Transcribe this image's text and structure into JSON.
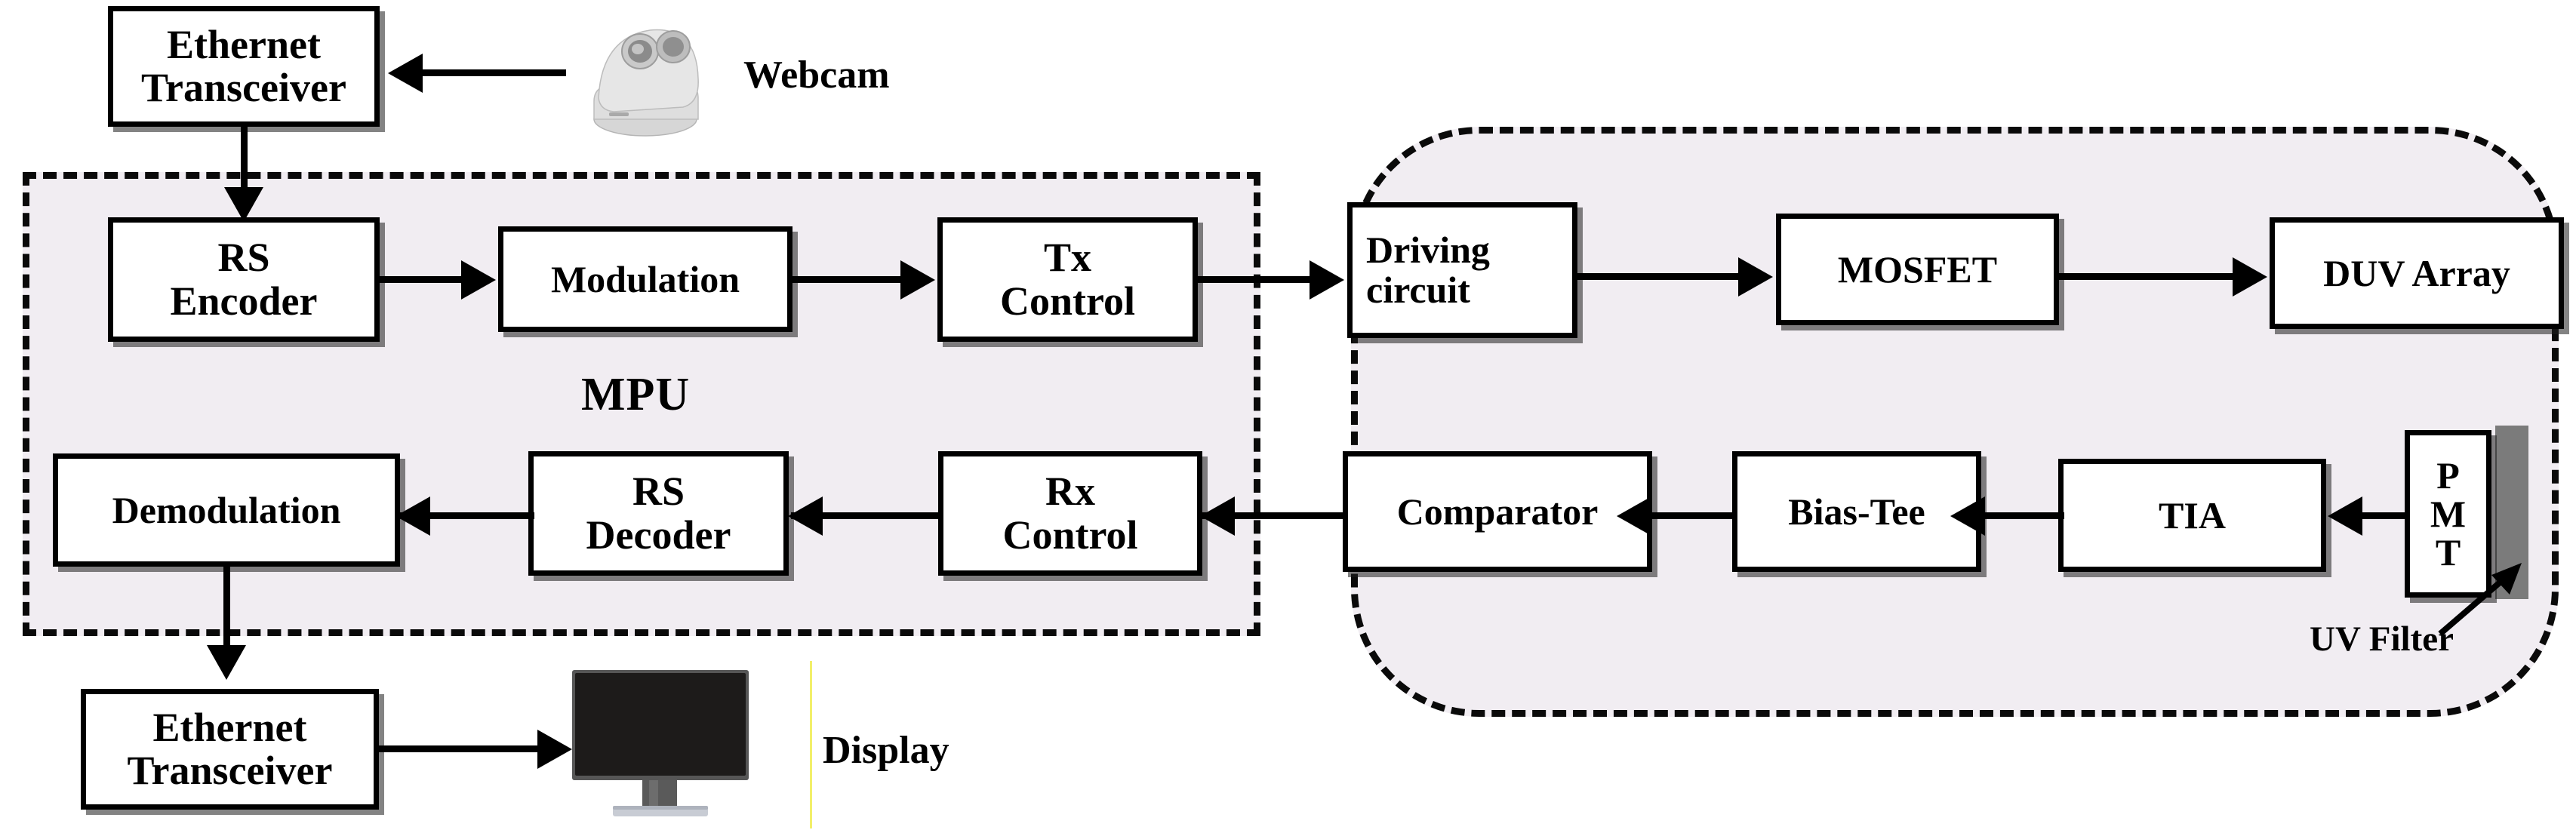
{
  "diagram": {
    "title": "DUV optical wireless communication system block diagram",
    "panels": [
      {
        "id": "mpu",
        "label": "MPU",
        "style": "dashed-rectangle",
        "fill": "#f1edf2"
      },
      {
        "id": "frontend",
        "label": "",
        "style": "dashed-rounded-rectangle",
        "fill": "#f1edf2"
      }
    ],
    "uv_filter_label": "UV Filter"
  },
  "tx_chain": {
    "ethernet_transceiver_top": {
      "line1": "Ethernet",
      "line2": "Transceiver"
    },
    "rs_encoder": {
      "line1": "RS",
      "line2": "Encoder"
    },
    "modulation": {
      "line1": "Modulation"
    },
    "tx_control": {
      "line1": "Tx",
      "line2": "Control"
    },
    "driving_circuit": {
      "line1": "Driving",
      "line2": "circuit"
    },
    "mosfet": {
      "line1": "MOSFET"
    },
    "duv_array": {
      "line1": "DUV Array"
    }
  },
  "rx_chain": {
    "pmt": {
      "line1": "P",
      "line2": "M",
      "line3": "T"
    },
    "tia": {
      "line1": "TIA"
    },
    "bias_tee": {
      "line1": "Bias-Tee"
    },
    "comparator": {
      "line1": "Comparator"
    },
    "rx_control": {
      "line1": "Rx",
      "line2": "Control"
    },
    "rs_decoder": {
      "line1": "RS",
      "line2": "Decoder"
    },
    "demodulation": {
      "line1": "Demodulation"
    },
    "ethernet_transceiver_bottom": {
      "line1": "Ethernet",
      "line2": "Transceiver"
    }
  },
  "peripherals": {
    "webcam_label": "Webcam",
    "display_label": "Display"
  },
  "colors": {
    "panel_fill": "#f1edf2",
    "stroke": "#000000",
    "block_fill": "#ffffff",
    "uv_filter_gray": "#7b7b7b",
    "accent_yellow": "#f2ef6a"
  }
}
